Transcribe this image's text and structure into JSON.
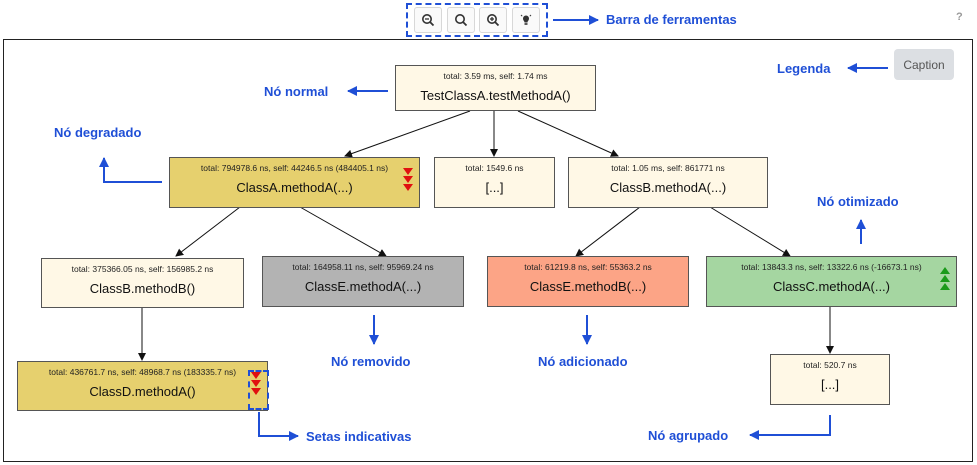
{
  "toolbar": {
    "buttons": [
      "zoom-out-icon",
      "zoom-reset-icon",
      "zoom-in-icon",
      "bulb-icon"
    ]
  },
  "help": "?",
  "caption_button": "Caption",
  "nodes": {
    "root": {
      "meta": "total: 3.59 ms, self: 1.74 ms",
      "title": "TestClassA.testMethodA()"
    },
    "classA": {
      "meta": "total: 794978.6 ns, self: 44246.5 ns (484405.1 ns)",
      "title": "ClassA.methodA(...)"
    },
    "group1": {
      "meta": "total: 1549.6 ns",
      "title": "[...]"
    },
    "classBA": {
      "meta": "total: 1.05 ms, self: 861771 ns",
      "title": "ClassB.methodA(...)"
    },
    "classBB": {
      "meta": "total: 375366.05 ns, self: 156985.2 ns",
      "title": "ClassB.methodB()"
    },
    "classEA": {
      "meta": "total: 164958.11 ns, self: 95969.24 ns",
      "title": "ClassE.methodA(...)"
    },
    "classEB": {
      "meta": "total: 61219.8 ns, self: 55363.2 ns",
      "title": "ClassE.methodB(...)"
    },
    "classCA": {
      "meta": "total: 13843.3 ns, self: 13322.6 ns (-16673.1 ns)",
      "title": "ClassC.methodA(...)"
    },
    "classDA": {
      "meta": "total: 436761.7 ns, self: 48968.7 ns (183335.7 ns)",
      "title": "ClassD.methodA()"
    },
    "group2": {
      "meta": "total: 520.7 ns",
      "title": "[...]"
    }
  },
  "annotations": {
    "toolbar": "Barra de ferramentas",
    "legend": "Legenda",
    "normal": "Nó normal",
    "degraded": "Nó degradado",
    "optimized": "Nó otimizado",
    "removed": "Nó removido",
    "added": "Nó adicionado",
    "arrows": "Setas indicativas",
    "grouped": "Nó agrupado"
  },
  "colors": {
    "annotation": "#1f4fd6",
    "normal": "#fff8e6",
    "degraded": "#e6d06e",
    "removed": "#b3b3b3",
    "added": "#fca486",
    "optimized": "#a5d6a1",
    "arrow_down": "#e01010",
    "arrow_up": "#1a9a1a"
  }
}
